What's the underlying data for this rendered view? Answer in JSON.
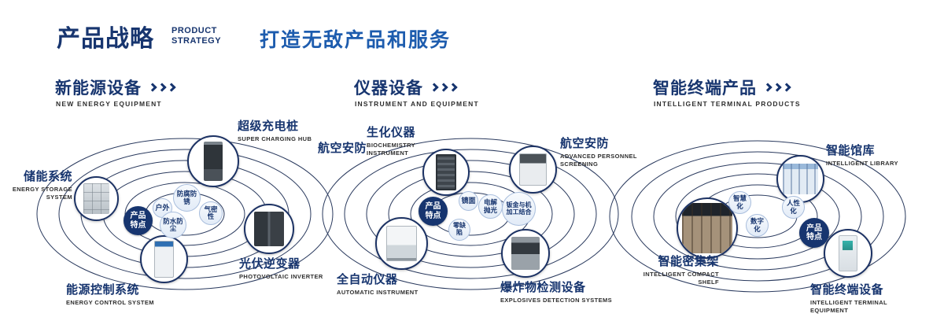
{
  "header": {
    "title": "产品战略",
    "subtitle": [
      "PRODUCT",
      "STRATEGY"
    ],
    "tagline": "打造无敌产品和服务"
  },
  "sections": [
    {
      "title": "新能源设备",
      "subtitle": "NEW ENERGY EQUIPMENT",
      "badge": "产品特点",
      "features": [
        "防腐防锈",
        "户外",
        "气密性",
        "防水防尘"
      ],
      "products": [
        {
          "name": "储能系统",
          "en": "ENERGY STORAGE SYSTEM"
        },
        {
          "name": "超级充电桩",
          "en": "SUPER CHARGING HUB"
        },
        {
          "name": "光伏逆变器",
          "en": "PHOTOVOLTAIC INVERTER"
        },
        {
          "name": "能源控制系统",
          "en": "ENERGY CONTROL SYSTEM"
        }
      ]
    },
    {
      "title": "仪器设备",
      "subtitle": "INSTRUMENT AND EQUIPMENT",
      "badge": "产品特点",
      "side_label": "航空安防",
      "features": [
        "镜面",
        "电解抛光",
        "钣金与机加工结合",
        "零缺陷"
      ],
      "products": [
        {
          "name": "生化仪器",
          "en": "BIOCHEMISTRY INSTRUMENT"
        },
        {
          "name": "航空安防",
          "en": "ADVANCED PERSONNEL SCREENING"
        },
        {
          "name": "全自动仪器",
          "en": "AUTOMATIC INSTRUMENT"
        },
        {
          "name": "爆炸物检测设备",
          "en": "EXPLOSIVES DETECTION SYSTEMS"
        }
      ]
    },
    {
      "title": "智能终端产品",
      "subtitle": "INTELLIGENT TERMINAL PRODUCTS",
      "badge": "产品特点",
      "features": [
        "智慧化",
        "人性化",
        "数字化"
      ],
      "products": [
        {
          "name": "智能馆库",
          "en": "INTELLIGENT LIBRARY"
        },
        {
          "name": "智能密集架",
          "en": "INTELLIGENT COMPACT SHELF"
        },
        {
          "name": "智能终端设备",
          "en": "INTELLIGENT TERMINAL EQUIPMENT"
        }
      ]
    }
  ],
  "colors": {
    "navy": "#17356f",
    "accent_blue": "#1d5cae",
    "ring": "#2a3a5e",
    "badge_bg": "#17356f",
    "bubble_border": "#a9bedd"
  }
}
